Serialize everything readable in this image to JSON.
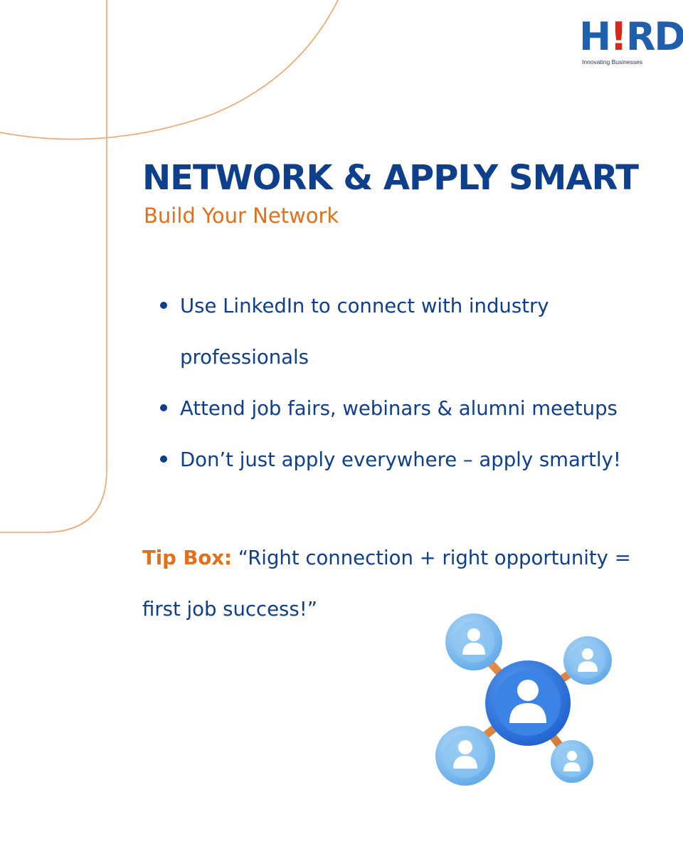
{
  "brand": {
    "logo_text": "H!RD",
    "tagline": "Innovating Businesses",
    "colors": {
      "blue": "#1f5fae",
      "red": "#d9271c",
      "orange": "#e56f19",
      "navy": "#0d3f8c"
    }
  },
  "heading": {
    "title": "NETWORK & APPLY SMART",
    "subtitle": "Build Your Network"
  },
  "bullets": [
    {
      "text": "Use LinkedIn to connect with industry professionals"
    },
    {
      "text": "Attend job fairs, webinars & alumni meetups"
    },
    {
      "text": "Don’t just apply everywhere – apply smartly!"
    }
  ],
  "tip": {
    "label": "Tip Box:",
    "text": "“Right connection + right opportunity = first job success!”"
  },
  "illustration": {
    "icon": "people-network-icon"
  }
}
